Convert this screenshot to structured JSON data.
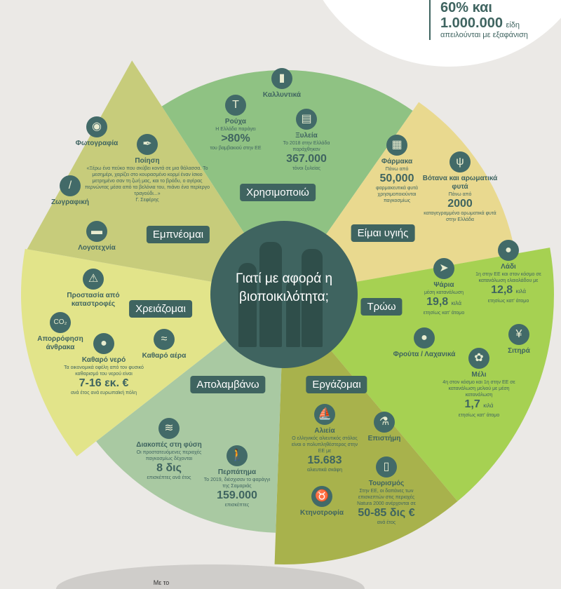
{
  "top_stat": {
    "line1": "60% και",
    "number": "1.000.000",
    "unit": "είδη",
    "caption": "απειλούνται με εξαφάνιση"
  },
  "center_title": "Γιατί με αφορά η βιοποικιλότητα;",
  "bottom_text": "Με το",
  "colors": {
    "dark": "#3f6460",
    "use": "#8fc283",
    "health": "#e9d98f",
    "eat": "#a6d152",
    "work": "#a8b24c",
    "enjoy": "#a9c9a2",
    "need": "#e2e48a",
    "inspire": "#c7cc7b"
  },
  "sections": [
    {
      "label": "Χρησιμοποιώ",
      "items": [
        {
          "icon": "lipstick-icon",
          "title": "Καλλυντικά"
        },
        {
          "icon": "tshirt-icon",
          "title": "Ρούχα",
          "pre": "Η Ελλάδα παράγει",
          "big": ">80%",
          "post": "του βαμβακιού στην ΕΕ"
        },
        {
          "icon": "wood-icon",
          "title": "Ξυλεία",
          "pre": "Το 2018 στην Ελλάδα παράχθηκαν",
          "big": "367.000",
          "post": "τόνοι ξυλείας"
        }
      ]
    },
    {
      "label": "Είμαι υγιής",
      "items": [
        {
          "icon": "pills-icon",
          "title": "Φάρμακα",
          "pre": "Πάνω από",
          "big": "50,000",
          "post": "φαρμακευτικά φυτά χρησιμοποιούνται παγκοσμίως"
        },
        {
          "icon": "herb-icon",
          "title": "Βότανα και αρωματικά φυτά",
          "pre": "Πάνω από",
          "big": "2000",
          "post": "καταγεγραμμένα αρωματικά φυτά στην Ελλάδα"
        }
      ]
    },
    {
      "label": "Τρώω",
      "items": [
        {
          "icon": "fish-icon",
          "title": "Ψάρια",
          "pre": "μέση κατανάλωση",
          "big": "19,8",
          "unit": "κιλά",
          "post": "ετησίως κατ' άτομο"
        },
        {
          "icon": "olive-icon",
          "title": "Λάδι",
          "pre": "1η στην ΕΕ και στον κόσμο σε κατανάλωση ελαιολάδου με",
          "big": "12,8",
          "unit": "κιλά",
          "post": "ετησίως κατ' άτομο"
        },
        {
          "icon": "apple-icon",
          "title": "Φρούτα / Λαχανικά"
        },
        {
          "icon": "wheat-icon",
          "title": "Σιτηρά"
        },
        {
          "icon": "bee-icon",
          "title": "Μέλι",
          "pre": "4η στον κόσμο και 1η στην ΕΕ σε κατανάλωση μελιού με μέση κατανάλωση",
          "big": "1,7",
          "unit": "κιλά",
          "post": "ετησίως κατ' άτομο"
        }
      ]
    },
    {
      "label": "Εργάζομαι",
      "items": [
        {
          "icon": "boat-icon",
          "title": "Αλιεία",
          "pre": "Ο ελληνικός αλιευτικός στόλος είναι ο πολυπληθέστερος στην ΕΕ με",
          "big": "15.683",
          "post": "αλιευτικά σκάφη"
        },
        {
          "icon": "microscope-icon",
          "title": "Επιστήμη"
        },
        {
          "icon": "suitcase-icon",
          "title": "Τουρισμός",
          "pre": "Στην ΕΕ, οι δαπάνες των επισκεπτών στις περιοχές Natura 2000 ανέρχονται σε",
          "big": "50-85 δις €",
          "post": "ανά έτος"
        },
        {
          "icon": "cow-icon",
          "title": "Κτηνοτροφία"
        }
      ]
    },
    {
      "label": "Απολαμβάνω",
      "items": [
        {
          "icon": "beach-icon",
          "title": "Διακοπές στη φύση",
          "pre": "Οι προστατευόμενες περιοχές παγκοσμίως δέχονται",
          "big": "8 δις",
          "post": "επισκέπτες ανά έτος"
        },
        {
          "icon": "hiker-icon",
          "title": "Περπάτημα",
          "pre": "Το 2019, διέσχισαν το φαράγγι της Σαμαριάς",
          "big": "159.000",
          "post": "επισκέπτες"
        }
      ]
    },
    {
      "label": "Χρειάζομαι",
      "items": [
        {
          "icon": "warning-icon",
          "title": "Προστασία από καταστροφές"
        },
        {
          "icon": "co2-icon",
          "title": "Απορρόφηση άνθρακα"
        },
        {
          "icon": "water-drop-icon",
          "title": "Καθαρό νερό",
          "pre": "Τα οικονομικά οφέλη από τον φυσικό καθαρισμό του νερού είναι",
          "big": "7-16 εκ. €",
          "post": "ανά έτος ανά ευρωπαϊκή πόλη"
        },
        {
          "icon": "wind-icon",
          "title": "Καθαρό αέρα"
        }
      ]
    },
    {
      "label": "Εμπνέομαι",
      "items": [
        {
          "icon": "camera-icon",
          "title": "Φωτογραφία"
        },
        {
          "icon": "quill-icon",
          "title": "Ποίηση",
          "pre": "«Ξέρω ένα πεύκο που σκύβει κοντά σε μια θάλασσα. Το μεσημέρι, χαρίζει στο κουρασμένο κορμί έναν ίσκιο μετρημένο σαν τη ζωή μας, και το βράδυ, ο αγέρας περνώντας μέσα από τα βελόνια του, πιάνει ένα περίεργο τραγούδι...»",
          "post": "Γ. Σεφέρης"
        },
        {
          "icon": "brush-icon",
          "title": "Ζωγραφική"
        },
        {
          "icon": "book-icon",
          "title": "Λογοτεχνία"
        }
      ]
    }
  ]
}
